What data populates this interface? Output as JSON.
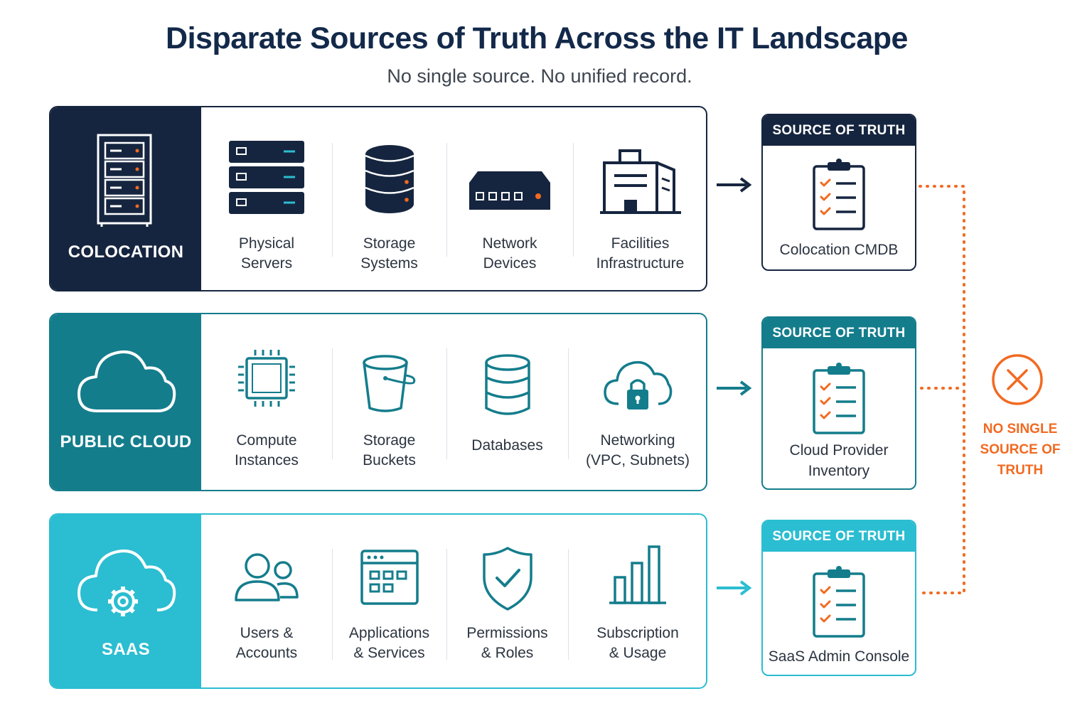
{
  "title": "Disparate Sources of Truth Across the IT Landscape",
  "subtitle": "No single source. No unified record.",
  "colors": {
    "navy": "#16253f",
    "teal": "#147d8c",
    "cyan": "#2bbdd1",
    "orange": "#f26a21"
  },
  "rows": [
    {
      "label": "COLOCATION",
      "icon": "server-rack-icon",
      "items": [
        {
          "label": "Physical\nServers",
          "icon": "servers-icon"
        },
        {
          "label": "Storage\nSystems",
          "icon": "storage-systems-icon"
        },
        {
          "label": "Network\nDevices",
          "icon": "network-device-icon"
        },
        {
          "label": "Facilities\nInfrastructure",
          "icon": "building-icon"
        }
      ],
      "source": {
        "header": "SOURCE OF TRUTH",
        "name": "Colocation CMDB",
        "icon": "clipboard-checklist-icon"
      }
    },
    {
      "label": "PUBLIC CLOUD",
      "icon": "cloud-icon",
      "items": [
        {
          "label": "Compute\nInstances",
          "icon": "cpu-chip-icon"
        },
        {
          "label": "Storage\nBuckets",
          "icon": "bucket-icon"
        },
        {
          "label": "Databases",
          "icon": "database-icon"
        },
        {
          "label": "Networking\n(VPC, Subnets)",
          "icon": "cloud-lock-icon"
        }
      ],
      "source": {
        "header": "SOURCE OF TRUTH",
        "name": "Cloud Provider\nInventory",
        "icon": "clipboard-checklist-icon"
      }
    },
    {
      "label": "SAAS",
      "icon": "cloud-gear-icon",
      "items": [
        {
          "label": "Users &\nAccounts",
          "icon": "users-icon"
        },
        {
          "label": "Applications\n& Services",
          "icon": "app-window-icon"
        },
        {
          "label": "Permissions\n& Roles",
          "icon": "shield-check-icon"
        },
        {
          "label": "Subscription\n& Usage",
          "icon": "bar-chart-icon"
        }
      ],
      "source": {
        "header": "SOURCE OF TRUTH",
        "name": "SaaS Admin Console",
        "icon": "clipboard-checklist-icon"
      }
    }
  ],
  "conclusion": {
    "text": "NO SINGLE\nSOURCE OF TRUTH",
    "icon": "x-circle-icon"
  }
}
